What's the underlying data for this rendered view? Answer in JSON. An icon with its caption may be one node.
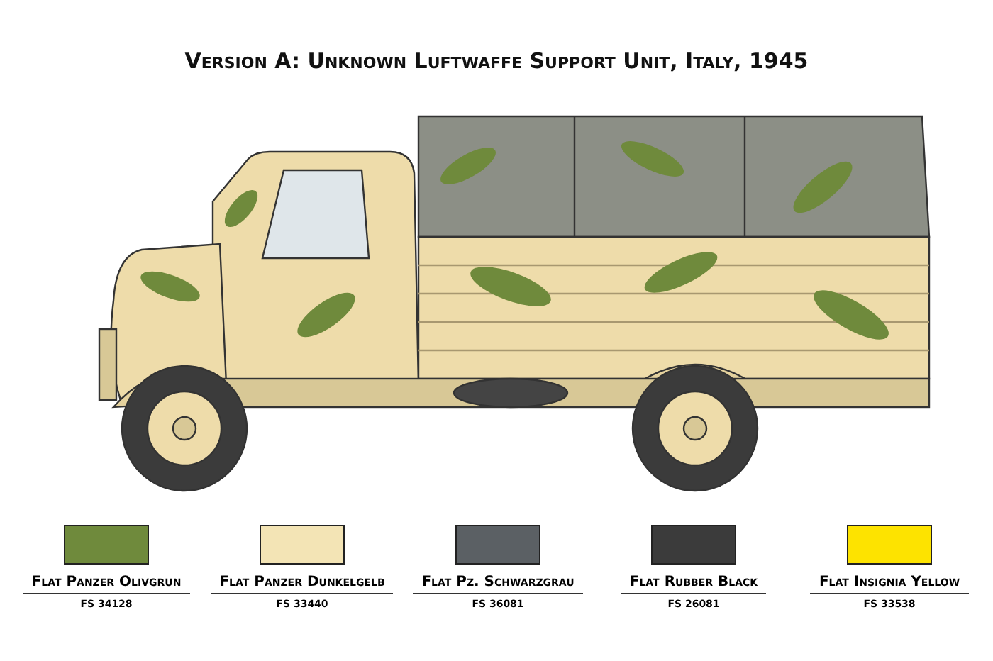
{
  "diagram": {
    "title": "Version A: Unknown Luftwaffe Support Unit, Italy, 1945",
    "labels": [
      "FS 34128",
      "FS 33440",
      "FS 36081",
      "FS 26081",
      "FS 33538"
    ],
    "legend": [
      {
        "text": "Flat Panzer Olivgrun",
        "color": "#6f8a3c"
      },
      {
        "text": "Flat Panzer Dunkelgelb",
        "color": "#f3e4b5"
      },
      {
        "text": "Flat Pz. Schwarzgrau",
        "color": "#5b6064"
      },
      {
        "text": "Flat Rubber Black",
        "color": "#3b3b3b"
      },
      {
        "text": "Flat Insignia Yellow",
        "color": "#fde300"
      }
    ]
  }
}
